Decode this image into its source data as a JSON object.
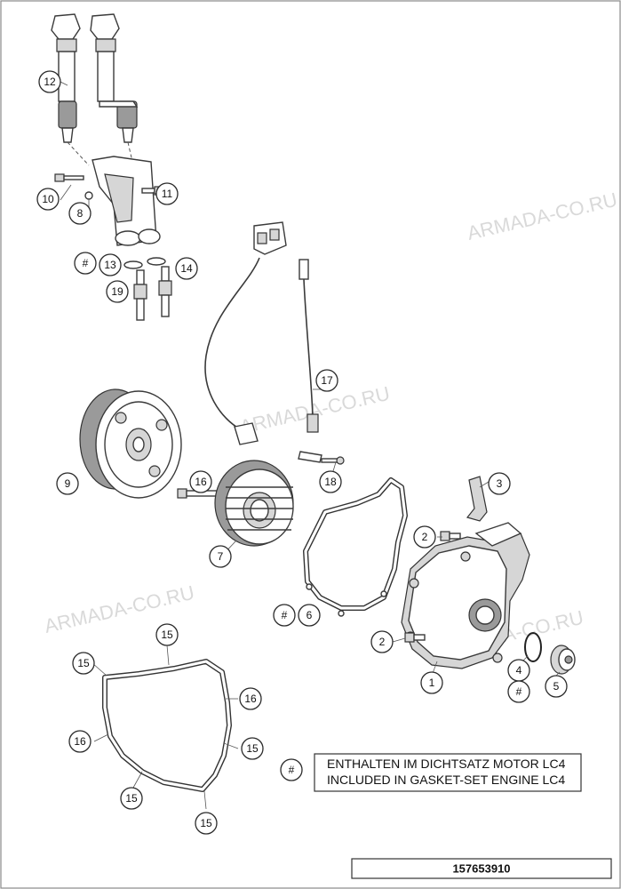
{
  "watermark_text": "ARMADA-CO.RU",
  "callouts": [
    "12",
    "10",
    "8",
    "11",
    "#",
    "13",
    "14",
    "19",
    "17",
    "9",
    "16",
    "18",
    "7",
    "3",
    "2",
    "#",
    "6",
    "2",
    "1",
    "4",
    "#",
    "5",
    "15",
    "15",
    "16",
    "16",
    "15",
    "15",
    "15",
    "#"
  ],
  "note": {
    "line1": "ENTHALTEN IM DICHTSATZ MOTOR LC4",
    "line2": "INCLUDED IN GASKET-SET ENGINE LC4"
  },
  "part_number": "157653910"
}
